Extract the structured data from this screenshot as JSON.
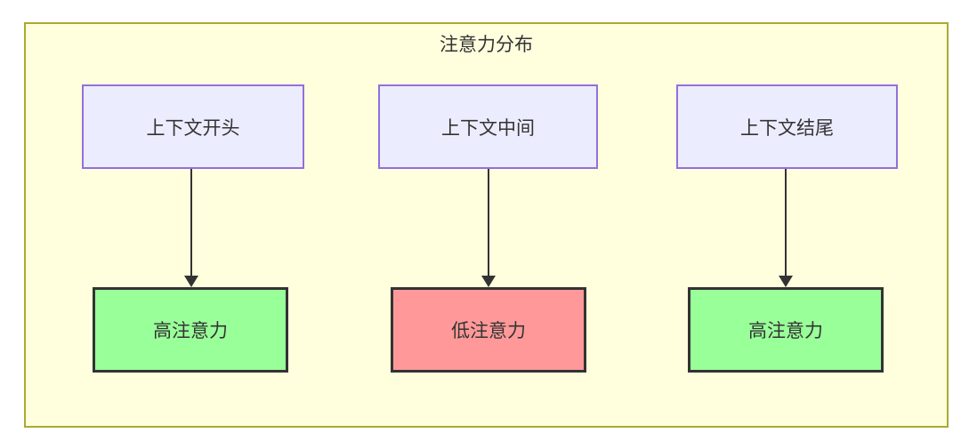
{
  "diagram": {
    "title": "注意力分布",
    "columns": [
      {
        "top_label": "上下文开头",
        "bottom_label": "高注意力",
        "bottom_type": "high"
      },
      {
        "top_label": "上下文中间",
        "bottom_label": "低注意力",
        "bottom_type": "low"
      },
      {
        "top_label": "上下文结尾",
        "bottom_label": "高注意力",
        "bottom_type": "high"
      }
    ],
    "colors": {
      "frame_fill": "#ffffde",
      "frame_border": "#aaaa33",
      "context_node_fill": "#ececff",
      "context_node_border": "#9370db",
      "high_attention_fill": "#99ff99",
      "low_attention_fill": "#ff9999",
      "attention_node_border": "#333333",
      "arrow": "#333333",
      "text": "#333333"
    }
  }
}
